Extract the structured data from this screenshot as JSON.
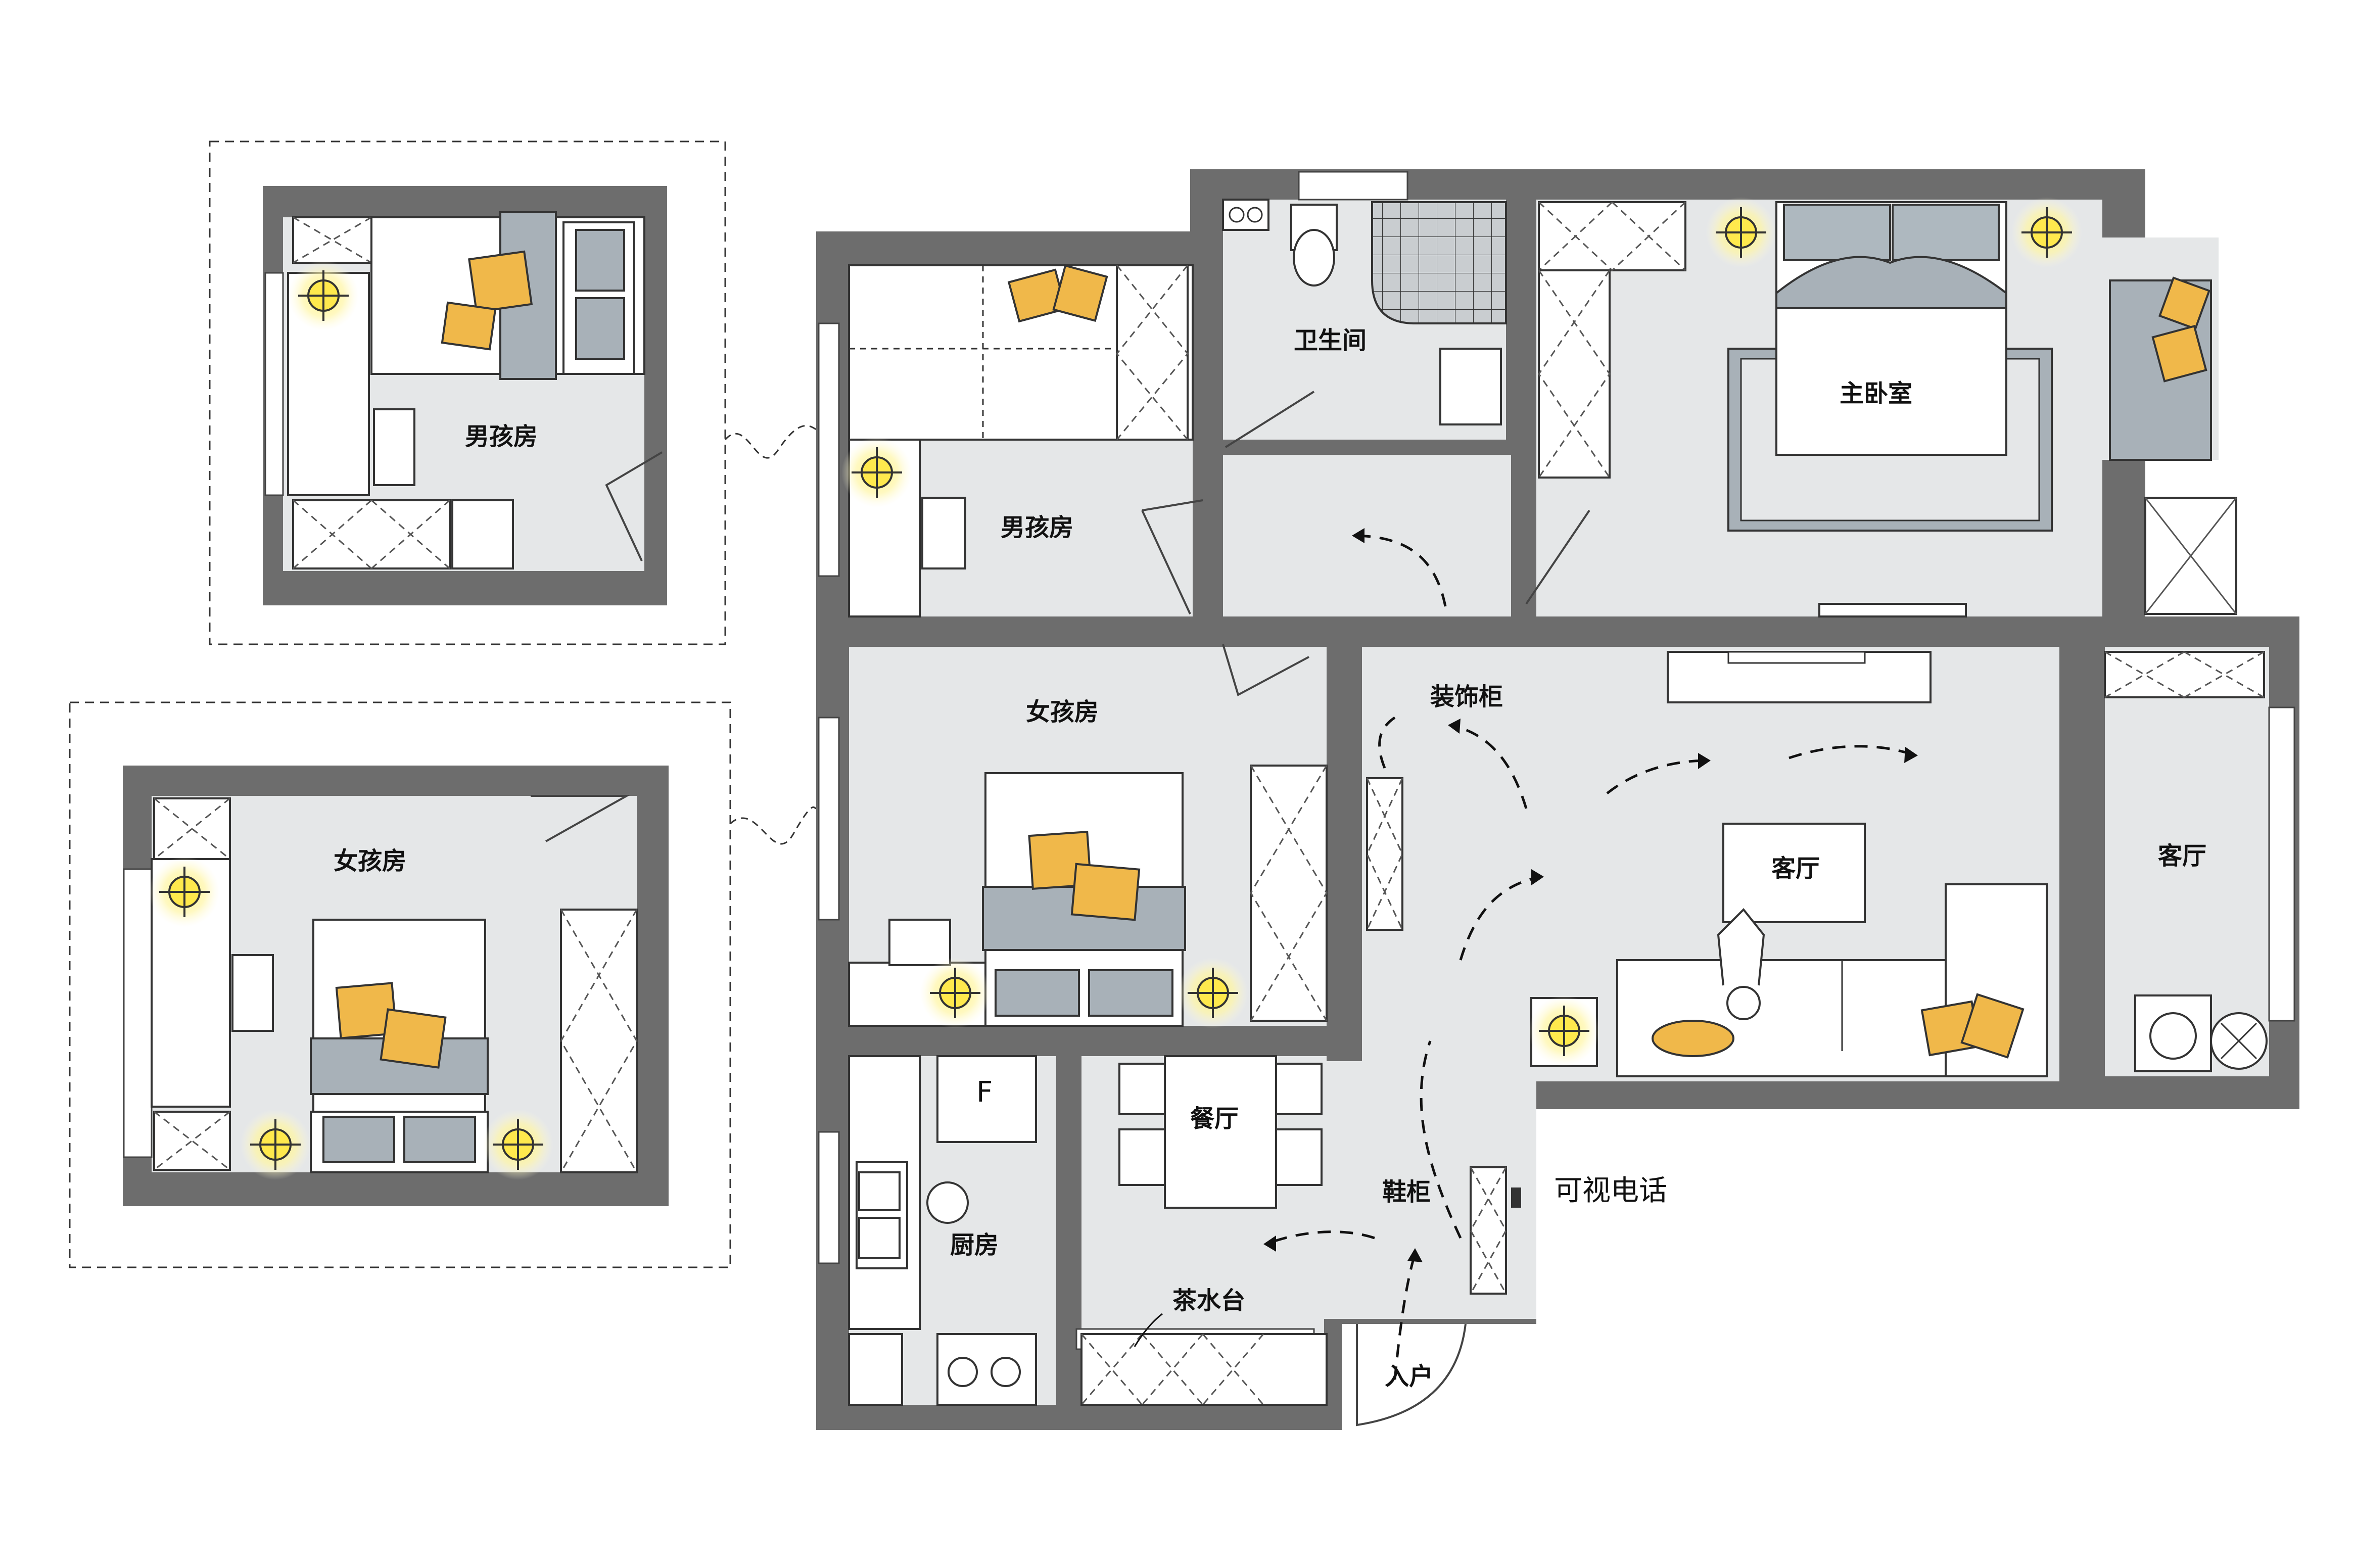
{
  "rooms": {
    "boy_room": "男孩房",
    "girl_room": "女孩房",
    "bathroom": "卫生间",
    "master_bedroom": "主卧室",
    "living_room": "客厅",
    "living_room_2": "客厅",
    "dining_room": "餐厅",
    "kitchen": "厨房",
    "tea_station": "茶水台",
    "decor_cabinet": "装饰柜",
    "shoe_cabinet": "鞋柜",
    "entrance": "入户"
  },
  "inset": {
    "boy_room": "男孩房",
    "girl_room": "女孩房"
  },
  "labels": {
    "video_intercom": "可视电话",
    "fridge_mark": "F"
  },
  "colors": {
    "wall": "#6d6d6d",
    "floor": "#e5e7e8",
    "pillow_accent": "#f0b84a",
    "bedding_grey": "#a8b1b8",
    "light_glow": "#fff27a"
  }
}
